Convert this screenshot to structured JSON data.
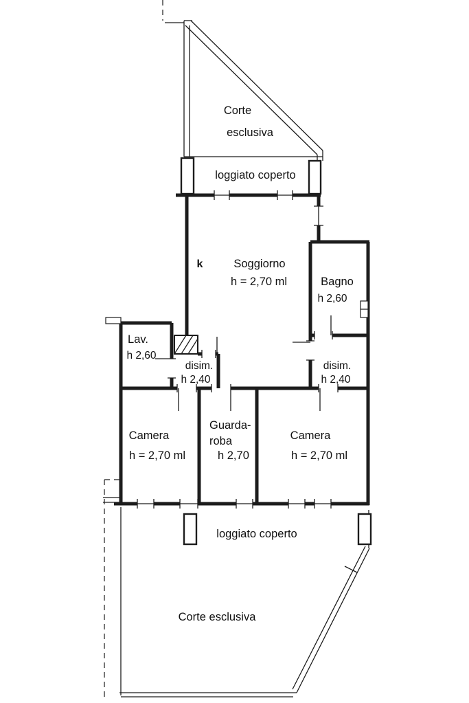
{
  "page": {
    "background": "#ffffff",
    "line_color": "#1c1c1c"
  },
  "plan": {
    "areas": {
      "corte_top": {
        "line1": "Corte",
        "line2": "esclusiva"
      },
      "loggiato_top": {
        "label": "loggiato coperto"
      },
      "kitchen_marker": {
        "label": "k"
      },
      "soggiorno": {
        "name": "Soggiorno",
        "height": "h = 2,70 ml"
      },
      "bagno": {
        "name": "Bagno",
        "height": "h 2,60"
      },
      "lavanderia": {
        "name": "Lav.",
        "height": "h 2,60"
      },
      "disimpegno_left": {
        "name": "disim.",
        "height": "h 2,40"
      },
      "disimpegno_right": {
        "name": "disim.",
        "height": "h 2,40"
      },
      "camera_left": {
        "name": "Camera",
        "height": "h = 2,70 ml"
      },
      "guardaroba": {
        "name_line1": "Guarda-",
        "name_line2": "roba",
        "height": "h 2,70"
      },
      "camera_right": {
        "name": "Camera",
        "height": "h = 2,70 ml"
      },
      "loggiato_bottom": {
        "label": "loggiato coperto"
      },
      "corte_bottom": {
        "label": "Corte esclusiva"
      }
    }
  }
}
